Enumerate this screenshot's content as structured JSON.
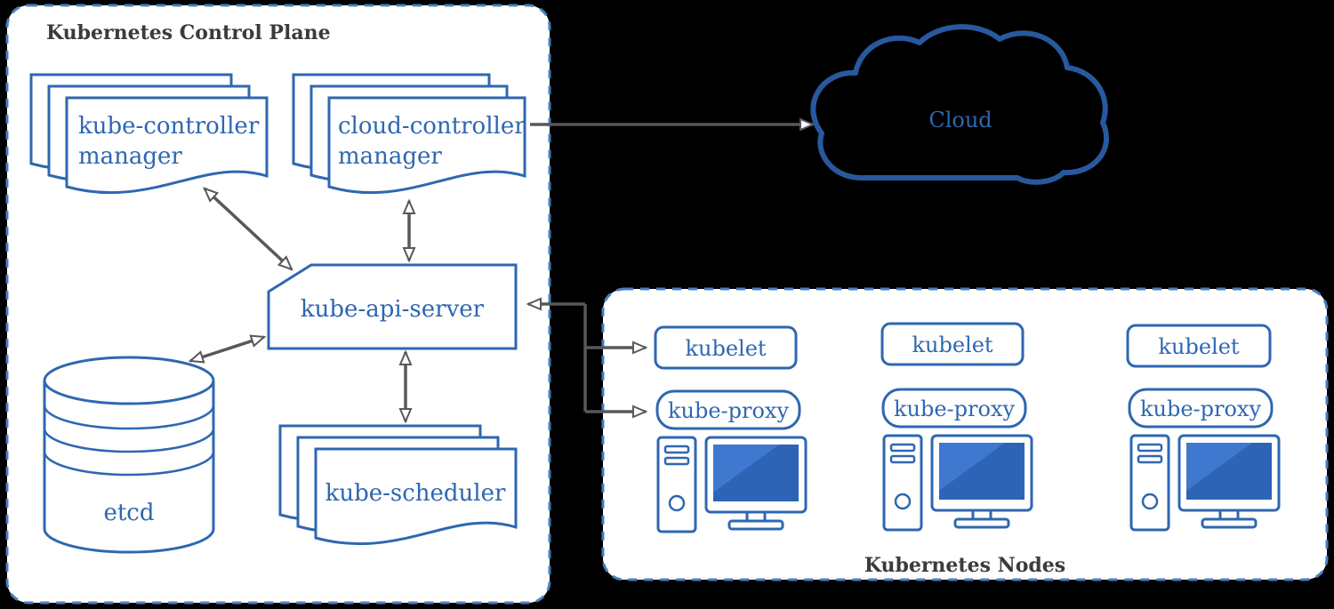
{
  "diagram": {
    "control_plane": {
      "title": "Kubernetes Control Plane",
      "kube_controller_manager_line1": "kube-controller",
      "kube_controller_manager_line2": "manager",
      "cloud_controller_manager_line1": "cloud-controller",
      "cloud_controller_manager_line2": "manager",
      "kube_api_server": "kube-api-server",
      "etcd": "etcd",
      "kube_scheduler": "kube-scheduler"
    },
    "cloud_label": "Cloud",
    "nodes_panel": {
      "title": "Kubernetes Nodes",
      "nodes": [
        {
          "kubelet": "kubelet",
          "kube_proxy": "kube-proxy"
        },
        {
          "kubelet": "kubelet",
          "kube_proxy": "kube-proxy"
        },
        {
          "kubelet": "kubelet",
          "kube_proxy": "kube-proxy"
        }
      ]
    },
    "colors": {
      "component_blue": "#2e67b1",
      "cloud_outline_blue": "#28599f",
      "dashed_border_blue": "#4a7ebf",
      "arrow_gray": "#58585a",
      "title_gray": "#3b3b3b",
      "screen_blue": "#2d64b6",
      "background": "#000000"
    }
  }
}
